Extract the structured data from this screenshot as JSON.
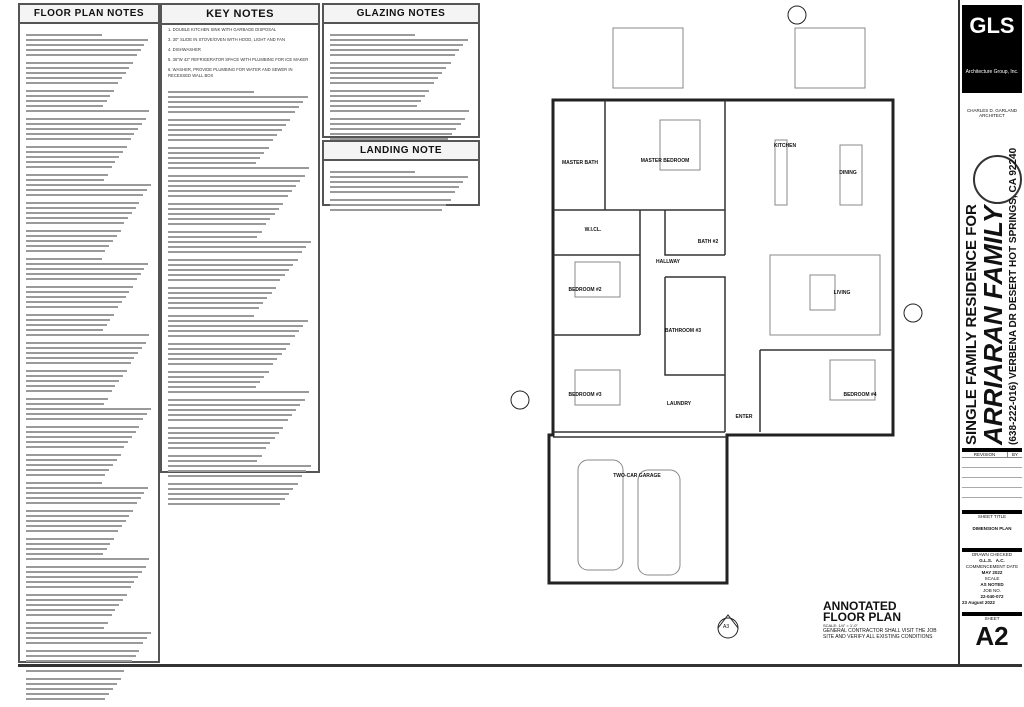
{
  "floor_plan_notes": {
    "title": "FLOOR PLAN NOTES"
  },
  "key_notes": {
    "title": "KEY NOTES",
    "items": [
      "1. DOUBLE KITCHEN SINK WITH GARBAGE DISPOSAL",
      "3. 30\" SLIDE IN STOVE/OVEN WITH HOOD, LIGHT AND FAN",
      "4. DISHWASHER",
      "5. 36\"W 42\" REFRIGERATOR SPACE WITH PLUMBING FOR ICE MAKER",
      "6. WASHER, PROVIDE PLUMBING FOR WATER AND SEWER IN RECESSED WALL BOX"
    ]
  },
  "glazing_notes": {
    "title": "GLAZING NOTES"
  },
  "landing_note": {
    "title": "LANDING NOTE"
  },
  "rooms": {
    "master_bath": "MASTER BATH",
    "master_bedroom": "MASTER BEDROOM",
    "kitchen": "KITCHEN",
    "dining": "DINING",
    "wicl": "W.I.CL.",
    "bath2": "BATH #2",
    "hallway": "HALLWAY",
    "bedroom2": "BEDROOM #2",
    "living": "LIVING",
    "bathroom3": "BATHROOM #3",
    "bedroom3": "BEDROOM #3",
    "laundry": "LAUNDRY",
    "enter": "ENTER",
    "bedroom4": "BEDROOM #4",
    "garage": "TWO-CAR GARAGE"
  },
  "plan_title": {
    "line1": "ANNOTATED",
    "line2": "FLOOR PLAN",
    "scale": "SCALE: 1/4\" = 1'-0\"",
    "note1": "GENERAL CONTRACTOR SHALL VISIT THE JOB",
    "note2": "SITE AND VERIFY ALL EXISTING CONDITIONS"
  },
  "title_block": {
    "logo": "GLS",
    "firm": "Architecture Group, Inc.",
    "architect": "CHARLES D. GARLAND",
    "architect_role": "ARCHITECT",
    "project_line1": "SINGLE FAMILY RESIDENCE FOR",
    "project_line2": "ARRIARAN FAMILY",
    "project_line3": "(638-222-016)  VERBENA DR  DESERT HOT SPRINGS, CA 92240",
    "revision": "REVISION",
    "by": "BY",
    "sheet_title_label": "SHEET TITLE",
    "sheet_title": "DIMENSION PLAN",
    "drawn_label": "DRAWN",
    "checked_label": "CHECKED",
    "drawn": "G.L.S.",
    "checked": "A.C.",
    "commencement_label": "COMMENCEMENT DATE",
    "commencement": "MAY 2022",
    "scale_label": "SCALE",
    "scale": "AS NOTED",
    "job_label": "JOB NO.",
    "job": "22-040-072",
    "date": "23 August 2022",
    "sheet_label": "SHEET",
    "sheet": "A2"
  },
  "section_marker": "A3"
}
